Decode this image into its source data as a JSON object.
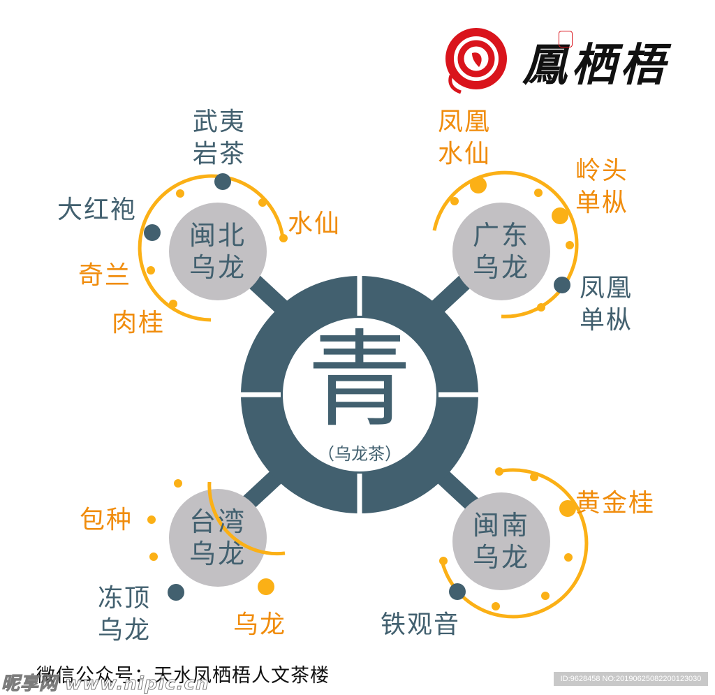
{
  "brand": {
    "logo_icon": "red-spiral-leaf-logo",
    "name": "鳳栖梧",
    "seal": "凤栖梧印"
  },
  "center": {
    "title": "青",
    "subtitle": "（乌龙茶）"
  },
  "hubs": [
    {
      "id": "minbei",
      "label": "闽北\n乌龙",
      "items": [
        {
          "label": "武夷\n岩茶",
          "color": "dark"
        },
        {
          "label": "大红袍",
          "color": "dark"
        },
        {
          "label": "水仙",
          "color": "orange"
        },
        {
          "label": "奇兰",
          "color": "orange"
        },
        {
          "label": "肉桂",
          "color": "orange"
        }
      ]
    },
    {
      "id": "guangdong",
      "label": "广东\n乌龙",
      "items": [
        {
          "label": "凤凰\n水仙",
          "color": "orange"
        },
        {
          "label": "岭头\n单枞",
          "color": "orange"
        },
        {
          "label": "凤凰\n单枞",
          "color": "dark"
        }
      ]
    },
    {
      "id": "taiwan",
      "label": "台湾\n乌龙",
      "items": [
        {
          "label": "包种",
          "color": "orange"
        },
        {
          "label": "冻顶\n乌龙",
          "color": "dark"
        },
        {
          "label": "乌龙",
          "color": "orange"
        }
      ]
    },
    {
      "id": "minnan",
      "label": "闽南\n乌龙",
      "items": [
        {
          "label": "黄金桂",
          "color": "orange"
        },
        {
          "label": "铁观音",
          "color": "dark"
        }
      ]
    }
  ],
  "colors": {
    "dark": "#42606f",
    "orange": "#f08c0c",
    "arc": "#fbb016",
    "hub_fill": "#c2c0c3",
    "logo_red": "#d9141c"
  },
  "footer": {
    "text": "微信公众号：天水凤栖梧人文茶楼"
  },
  "watermark": {
    "text": "昵享网 www.nipic.cn",
    "id_text": "ID:9628458 NO:20190625082200123030"
  }
}
